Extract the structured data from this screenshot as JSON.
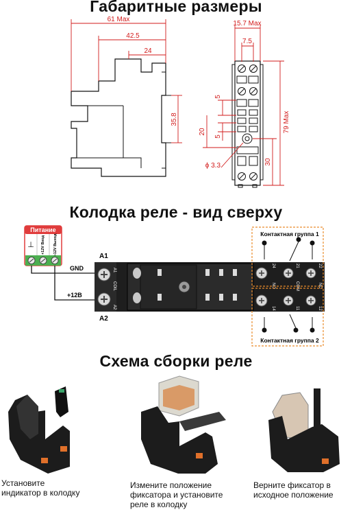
{
  "titles": {
    "dimensions": "Габаритные размеры",
    "top_view": "Колодка реле - вид сверху",
    "assembly": "Схема сборки реле"
  },
  "dimensions": {
    "side": {
      "w61": "61 Max",
      "w42": "42.5",
      "w24": "24",
      "h35": "35.8"
    },
    "front": {
      "w15": "15.7 Max",
      "w7": "7.5",
      "d5a": "5",
      "d20": "20",
      "d5b": "5",
      "h79": "79 Max",
      "d30": "30",
      "hole": "ϕ 3.3"
    }
  },
  "wiring": {
    "power_title": "Питание",
    "power_cols": [
      "⊥",
      "+12V Вход",
      "+12V Выход"
    ],
    "gnd": "GND",
    "v12": "+12В",
    "a1": "A1",
    "a2": "A2",
    "coil": "COIL",
    "group1": "Контактная группа 1",
    "group2": "Контактная группа 2",
    "pins_top": [
      "24",
      "21",
      "22"
    ],
    "pins_mid": [
      "NO",
      "COM",
      "NC"
    ],
    "pins_bot": [
      "14",
      "11",
      "12"
    ]
  },
  "steps": [
    {
      "text_lines": [
        "Установите",
        "индикатор в колодку"
      ]
    },
    {
      "text_lines": [
        "Измените положение",
        "фиксатора и установите",
        "реле в колодку"
      ]
    },
    {
      "text_lines": [
        "Верните фиксатор в",
        "исходное положение"
      ]
    }
  ],
  "colors": {
    "dimension_red": "#d21a1a",
    "power_green": "#4caf50",
    "label_red": "#e03c3c",
    "group_orange": "#e98b2a"
  }
}
